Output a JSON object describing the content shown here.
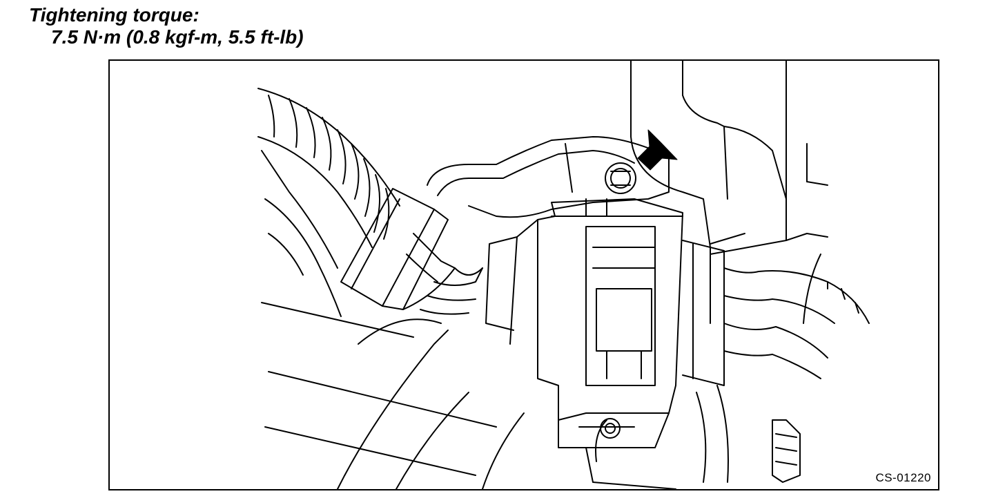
{
  "spec": {
    "label": "Tightening torque:",
    "value": "7.5 N·m (0.8 kgf-m, 5.5 ft-lb)"
  },
  "figure": {
    "id": "CS-01220",
    "line_color": "#000000",
    "background_color": "#ffffff",
    "icons": [
      "arrow-icon",
      "bolt-icon",
      "connector-icon",
      "wire-harness-icon",
      "bracket-icon"
    ]
  }
}
